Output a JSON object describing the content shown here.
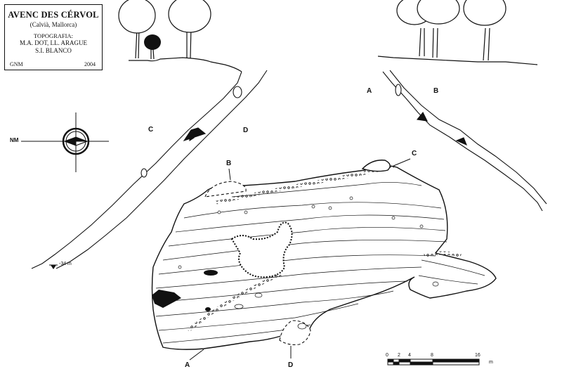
{
  "title": {
    "name": "AVENC DES CÉRVOL",
    "location": "(Calvià, Mallorca)",
    "topo_heading": "TOPOGRAFIA:",
    "authors": [
      "M.A. DOT, LL. ARAGUE",
      "S.I. BLANCO"
    ],
    "org": "GNM",
    "year": "2004"
  },
  "compass": {
    "label": "NM"
  },
  "section_labels": {
    "profile_left_start": "C",
    "profile_left_end": "D",
    "profile_right_start": "A",
    "profile_right_end": "B",
    "plan_a": "A",
    "plan_b": "B",
    "plan_c": "C",
    "plan_d": "D"
  },
  "depth_marker": "-34 m",
  "scale_bar": {
    "ticks": [
      "0",
      "2",
      "4",
      "8",
      "16"
    ],
    "unit": "m"
  },
  "colors": {
    "ink": "#111111",
    "paper": "#ffffff"
  }
}
